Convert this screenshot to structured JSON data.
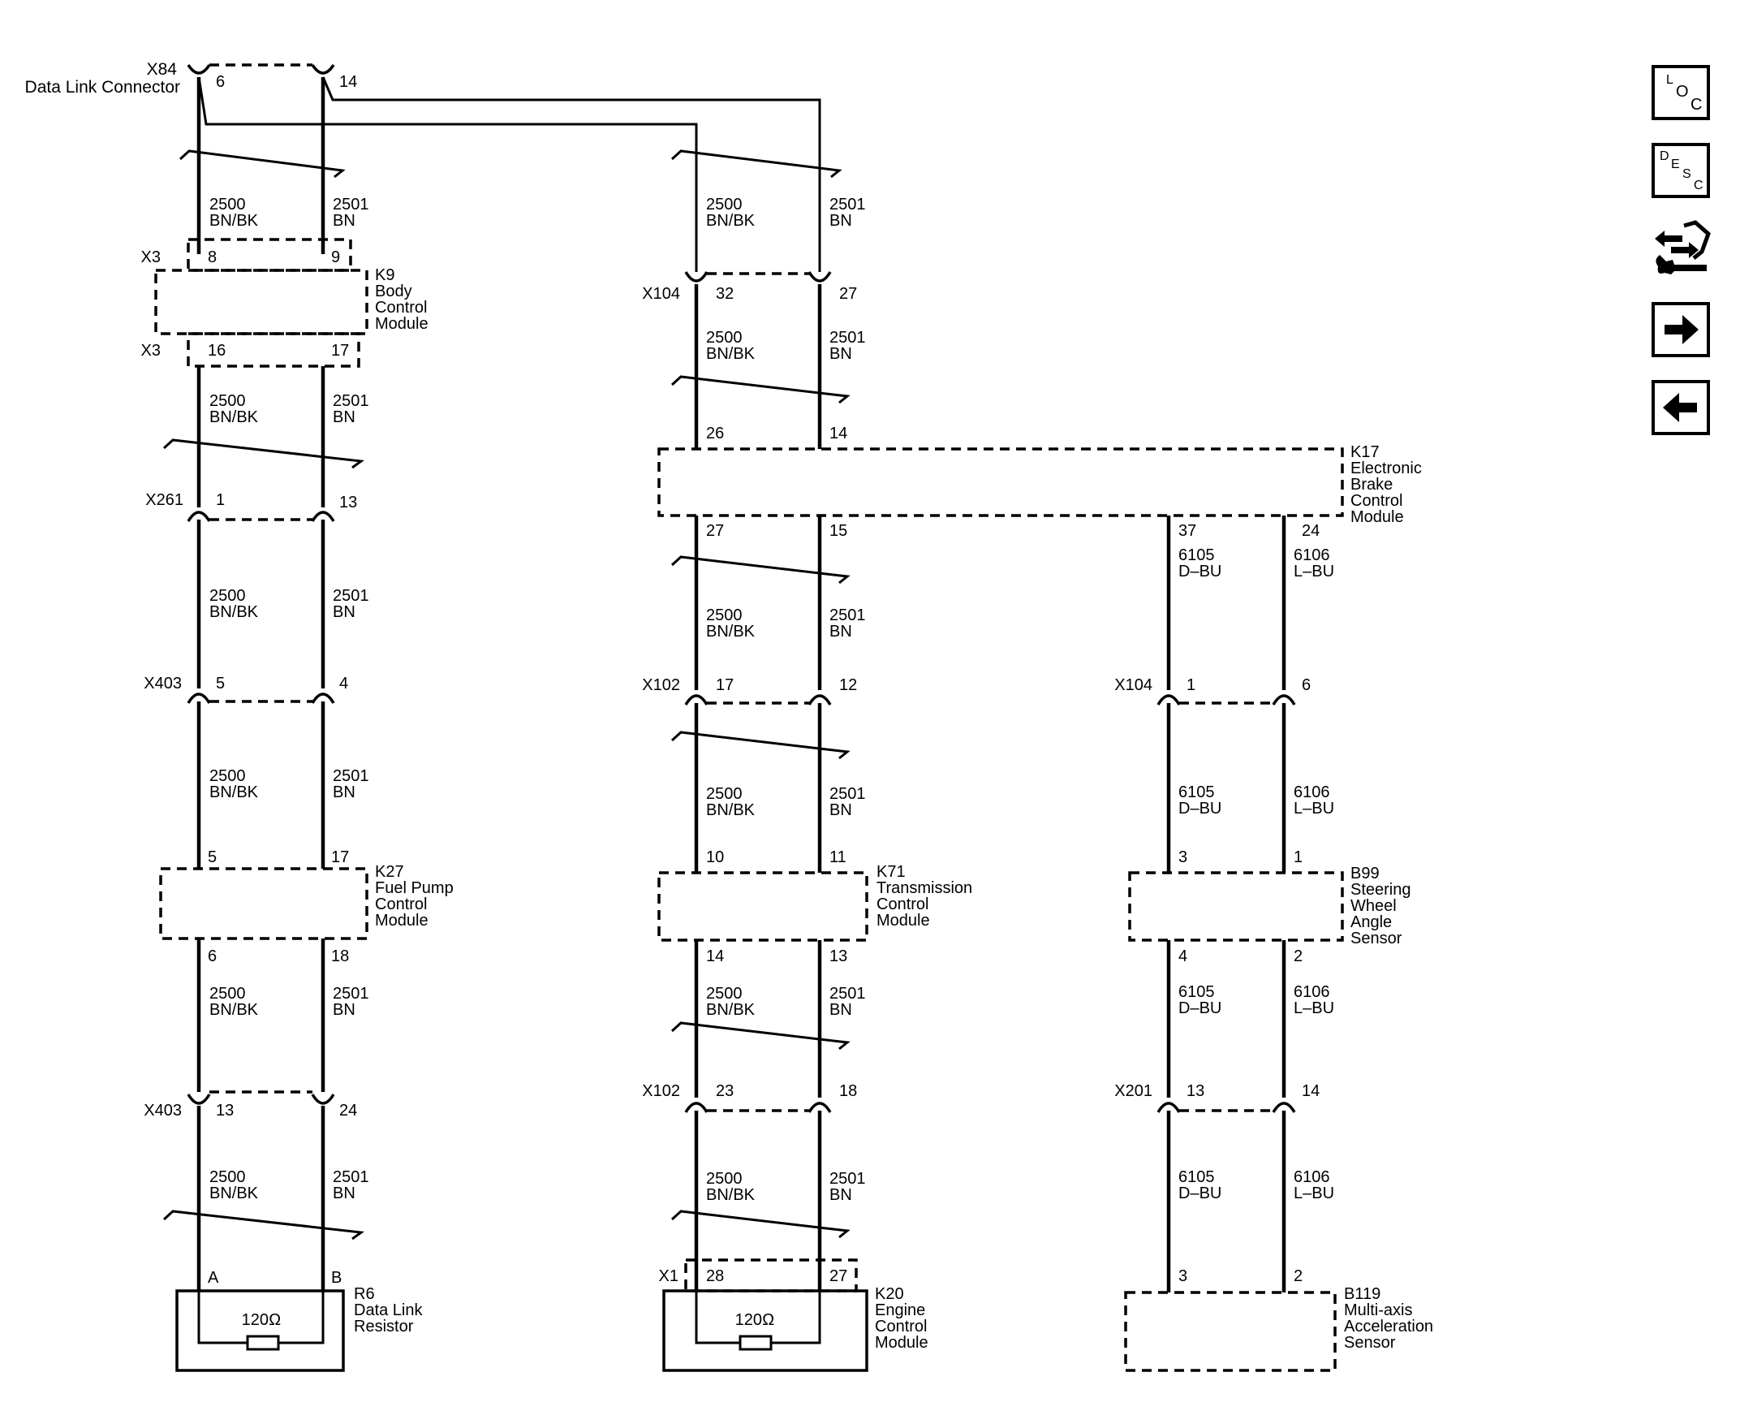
{
  "icons": {
    "loc": [
      "L",
      "O",
      "C"
    ],
    "desc": [
      "D",
      "E",
      "S",
      "C"
    ],
    "names": [
      "loc-icon",
      "desc-icon",
      "connector-wrench-icon",
      "arrow-right-icon",
      "arrow-left-icon"
    ]
  },
  "components": {
    "x84": {
      "id": "X84",
      "name": "Data Link Connector",
      "pins": [
        "6",
        "14"
      ]
    },
    "k9": {
      "id": "K9",
      "name": [
        "Body",
        "Control",
        "Module"
      ]
    },
    "k17": {
      "id": "K17",
      "name": [
        "Electronic",
        "Brake",
        "Control",
        "Module"
      ]
    },
    "k27": {
      "id": "K27",
      "name": [
        "Fuel Pump",
        "Control",
        "Module"
      ]
    },
    "k71": {
      "id": "K71",
      "name": [
        "Transmission",
        "Control",
        "Module"
      ]
    },
    "b99": {
      "id": "B99",
      "name": [
        "Steering",
        "Wheel",
        "Angle",
        "Sensor"
      ]
    },
    "r6": {
      "id": "R6",
      "name": [
        "Data Link",
        "Resistor"
      ],
      "resistor": "120Ω",
      "pins": [
        "A",
        "B"
      ]
    },
    "k20": {
      "id": "K20",
      "name": [
        "Engine",
        "Control",
        "Module"
      ],
      "resistor": "120Ω"
    },
    "b119": {
      "id": "B119",
      "name": [
        "Multi-axis",
        "Acceleration",
        "Sensor"
      ]
    }
  },
  "connectors": {
    "left": [
      {
        "id": "X3",
        "pins": [
          "8",
          "9"
        ]
      },
      {
        "id": "X3",
        "pins": [
          "16",
          "17"
        ]
      },
      {
        "id": "X261",
        "pins": [
          "1",
          "13"
        ]
      },
      {
        "id": "X403",
        "pins": [
          "5",
          "4"
        ]
      },
      {
        "id": "X403",
        "pins": [
          "13",
          "24"
        ]
      }
    ],
    "mid": [
      {
        "id": "X104",
        "pins": [
          "32",
          "27"
        ]
      },
      {
        "id": "X102",
        "pins": [
          "17",
          "12"
        ]
      },
      {
        "id": "X102",
        "pins": [
          "23",
          "18"
        ]
      },
      {
        "id": "X1",
        "pins": [
          "28",
          "27"
        ]
      }
    ],
    "right": [
      {
        "id": "X104",
        "pins": [
          "1",
          "6"
        ]
      },
      {
        "id": "X201",
        "pins": [
          "13",
          "14"
        ]
      }
    ]
  },
  "pins": {
    "k17_top": [
      "26",
      "14"
    ],
    "k17_bottom": [
      "27",
      "15"
    ],
    "k17_right": [
      "37",
      "24"
    ],
    "k27_top": [
      "5",
      "17"
    ],
    "k27_bottom": [
      "6",
      "18"
    ],
    "k71_top": [
      "10",
      "11"
    ],
    "k71_bottom": [
      "14",
      "13"
    ],
    "b99_top": [
      "3",
      "1"
    ],
    "b99_bottom": [
      "4",
      "2"
    ],
    "b119_top": [
      "3",
      "2"
    ]
  },
  "wires": {
    "a": {
      "circuit": "2500",
      "color": "BN/BK"
    },
    "b": {
      "circuit": "2501",
      "color": "BN"
    },
    "c": {
      "circuit": "6105",
      "color": "D–BU"
    },
    "d": {
      "circuit": "6106",
      "color": "L–BU"
    }
  }
}
